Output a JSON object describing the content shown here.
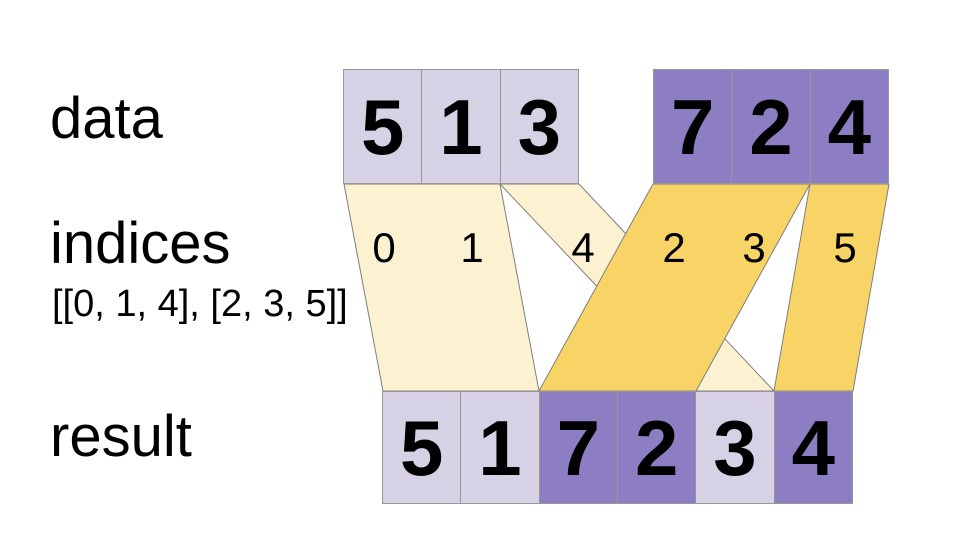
{
  "labels": {
    "data": "data",
    "indices": "indices",
    "indices_value": "[[0, 1, 4], [2, 3, 5]]",
    "result": "result"
  },
  "data_row": {
    "group1": {
      "values": [
        "5",
        "1",
        "3"
      ],
      "style": "light"
    },
    "group2": {
      "values": [
        "7",
        "2",
        "4"
      ],
      "style": "dark"
    }
  },
  "indices_row": {
    "values": [
      "0",
      "1",
      "4",
      "2",
      "3",
      "5"
    ]
  },
  "result_row": {
    "values": [
      "5",
      "1",
      "7",
      "2",
      "3",
      "4"
    ],
    "cell_styles": [
      "light",
      "light",
      "dark",
      "dark",
      "light",
      "dark"
    ]
  },
  "colors": {
    "light_purple": "#d7d1e6",
    "purple": "#8d7ec4",
    "cream": "#fcf2d2",
    "gold": "#f8d466",
    "border": "#979797",
    "ribbon_outline": "#7e7e7e",
    "text": "#000000"
  }
}
